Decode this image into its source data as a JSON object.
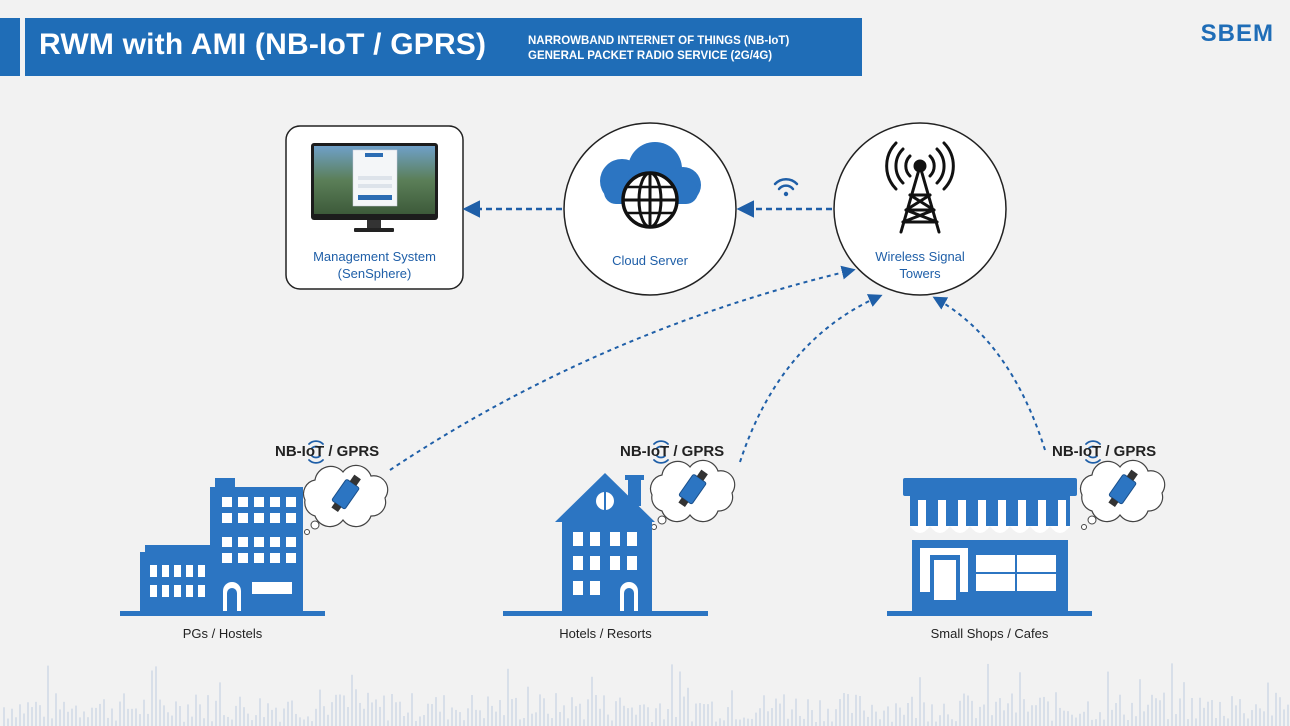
{
  "header": {
    "title": "RWM with AMI (NB-IoT / GPRS)",
    "subtitle_line1": "NARROWBAND INTERNET OF THINGS (NB-IoT)",
    "subtitle_line2": "GENERAL PACKET RADIO SERVICE (2G/4G)",
    "logo": "SBEM",
    "accent_color": "#1f6db7"
  },
  "nodes": {
    "management": {
      "line1": "Management System",
      "line2": "(SenSphere)",
      "icon": "monitor-icon"
    },
    "cloud": {
      "label": "Cloud Server",
      "icon": "cloud-globe-icon"
    },
    "tower": {
      "line1": "Wireless Signal",
      "line2": "Towers",
      "icon": "signal-tower-icon"
    }
  },
  "sites": [
    {
      "label": "PGs / Hostels",
      "protocol": "NB-IoT / GPRS",
      "icon": "hostel-building-icon"
    },
    {
      "label": "Hotels / Resorts",
      "protocol": "NB-IoT / GPRS",
      "icon": "hotel-house-icon"
    },
    {
      "label": "Small Shops / Cafes",
      "protocol": "NB-IoT / GPRS",
      "icon": "shop-storefront-icon"
    }
  ]
}
